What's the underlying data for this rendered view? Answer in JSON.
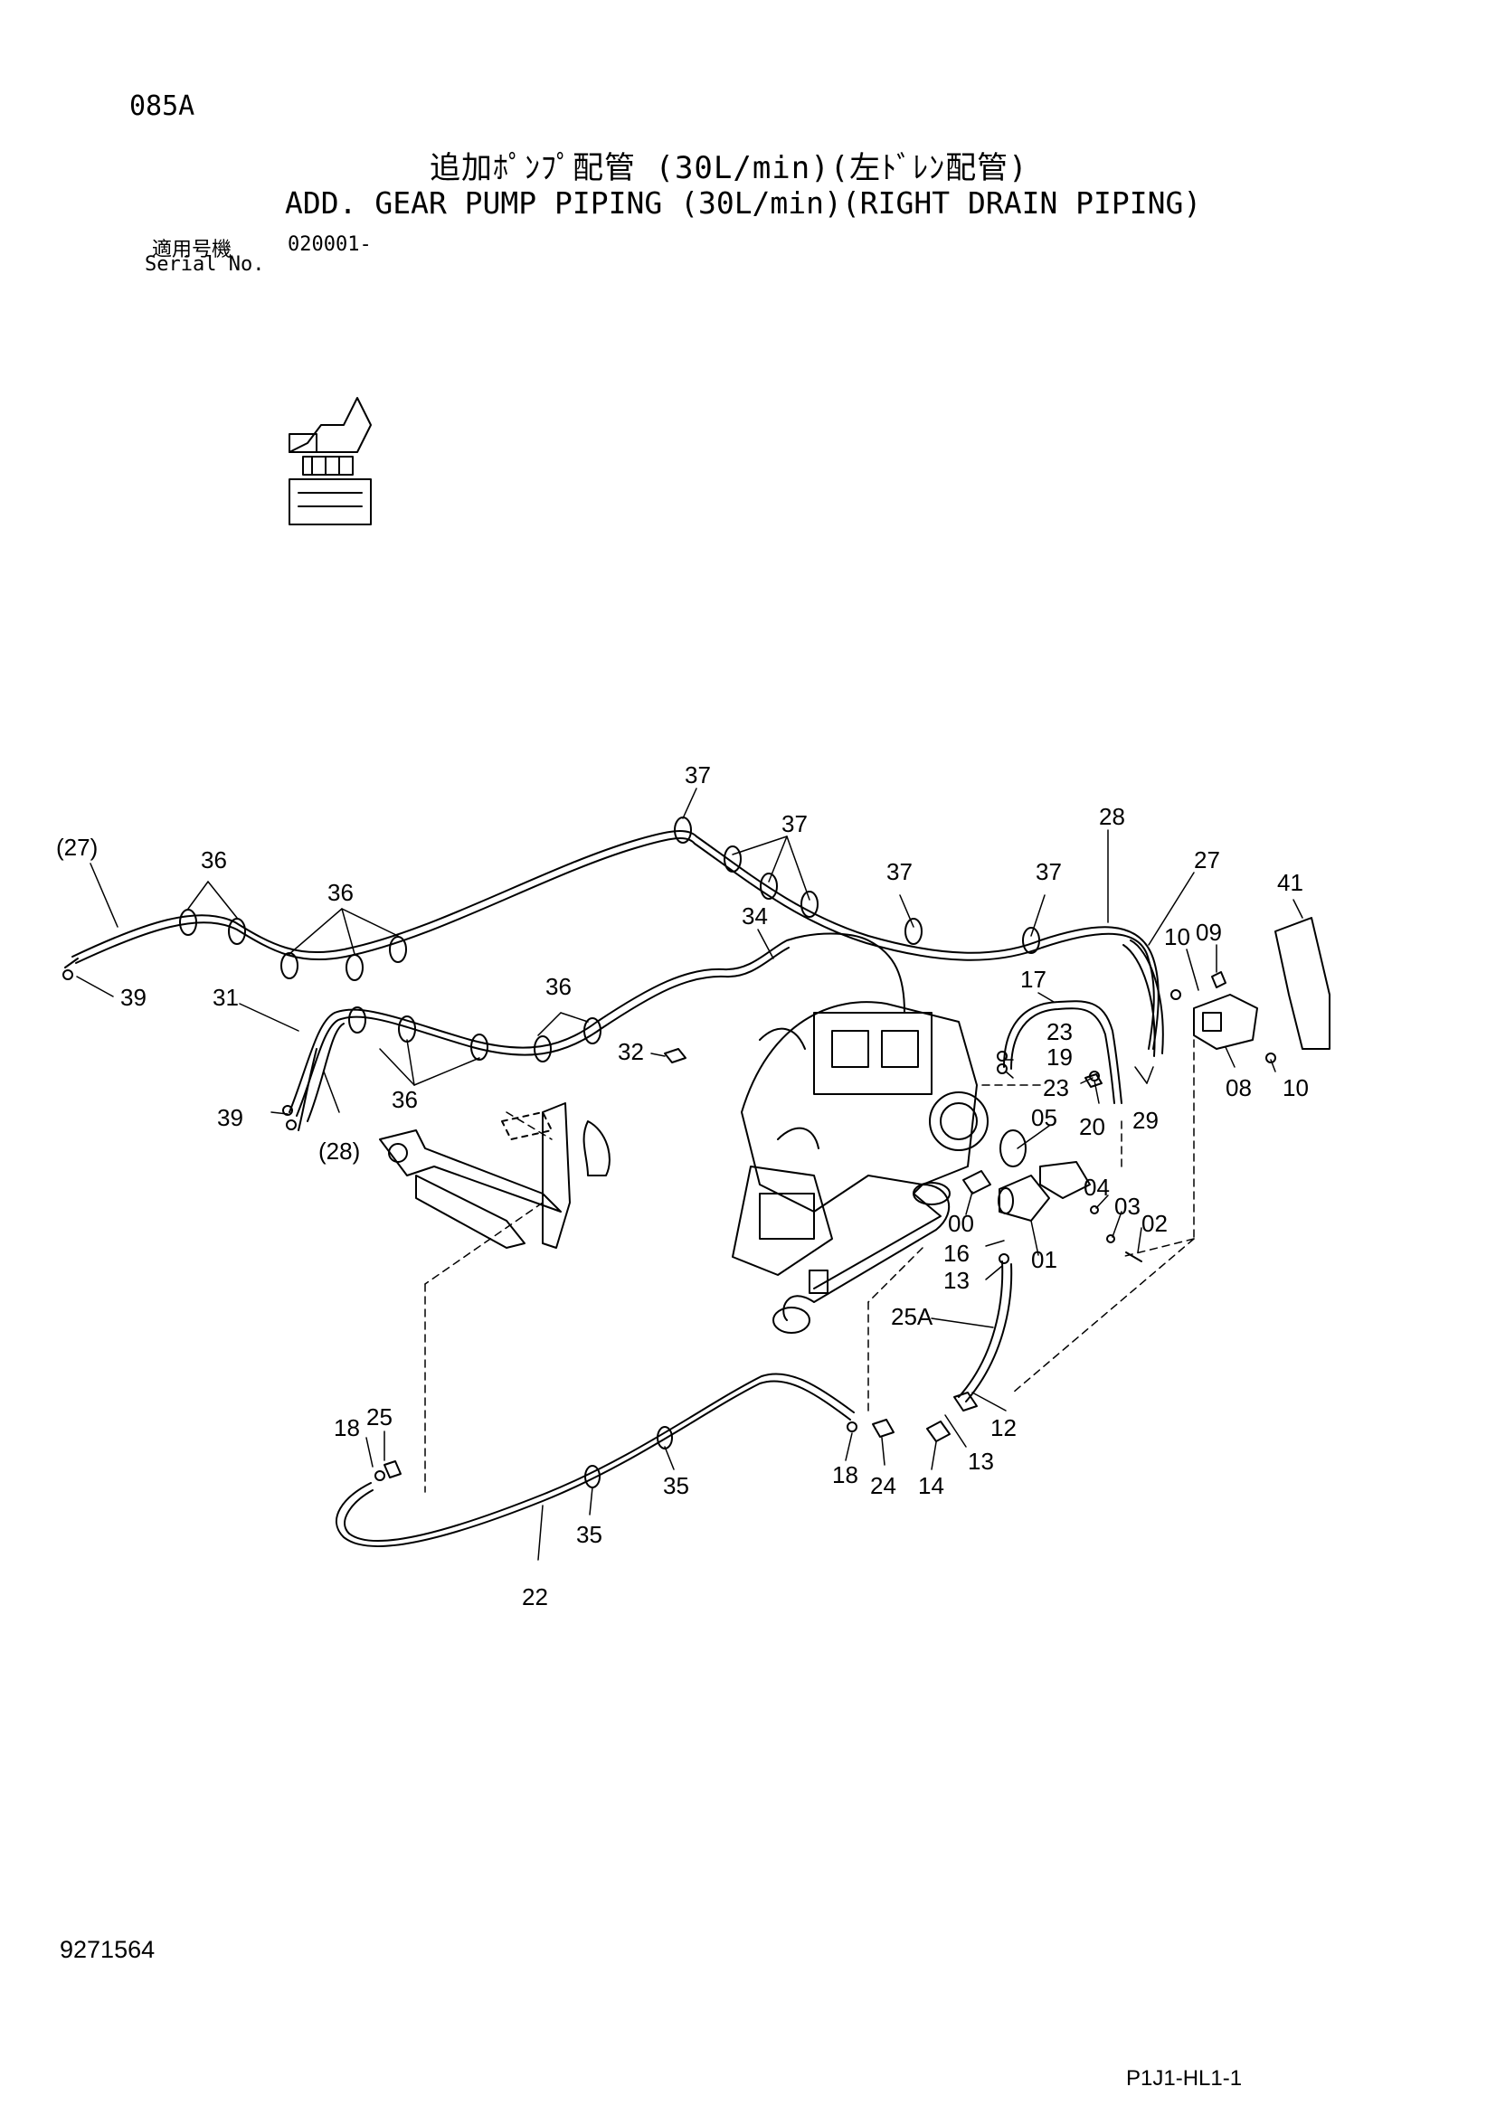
{
  "header": {
    "code": "085A",
    "title_jp": "追加ﾎﾟﾝﾌﾟ配管 (30L/min)(左ﾄﾞﾚﾝ配管)",
    "title_en": "ADD. GEAR PUMP PIPING (30L/min)(RIGHT DRAIN PIPING)",
    "serial_label_jp": "適用号機",
    "serial_label_en": "Serial No.",
    "serial_value": "020001-"
  },
  "footer": {
    "drawing_number": "9271564",
    "page_ref": "P1J1-HL1-1"
  },
  "callouts": {
    "c37a": "37",
    "c37b": "37",
    "c37c": "37",
    "c37d": "37",
    "c28": "28",
    "c27": "27",
    "c41": "41",
    "c27p": "(27)",
    "c36a": "36",
    "c36b": "36",
    "c36c": "36",
    "c36d": "36",
    "c34": "34",
    "c10a": "10",
    "c09": "09",
    "c17": "17",
    "c39a": "39",
    "c31": "31",
    "c32": "32",
    "c23a": "23",
    "c19": "19",
    "c23b": "23",
    "c20": "20",
    "c29": "29",
    "c08": "08",
    "c10b": "10",
    "c39b": "39",
    "c28p": "(28)",
    "c05": "05",
    "c04": "04",
    "c03": "03",
    "c02": "02",
    "c00": "00",
    "c01": "01",
    "c16": "16",
    "c13a": "13",
    "c25A": "25A",
    "c18a": "18",
    "c25": "25",
    "c12": "12",
    "c13b": "13",
    "c18b": "18",
    "c24": "24",
    "c14": "14",
    "c35a": "35",
    "c35b": "35",
    "c22": "22"
  }
}
